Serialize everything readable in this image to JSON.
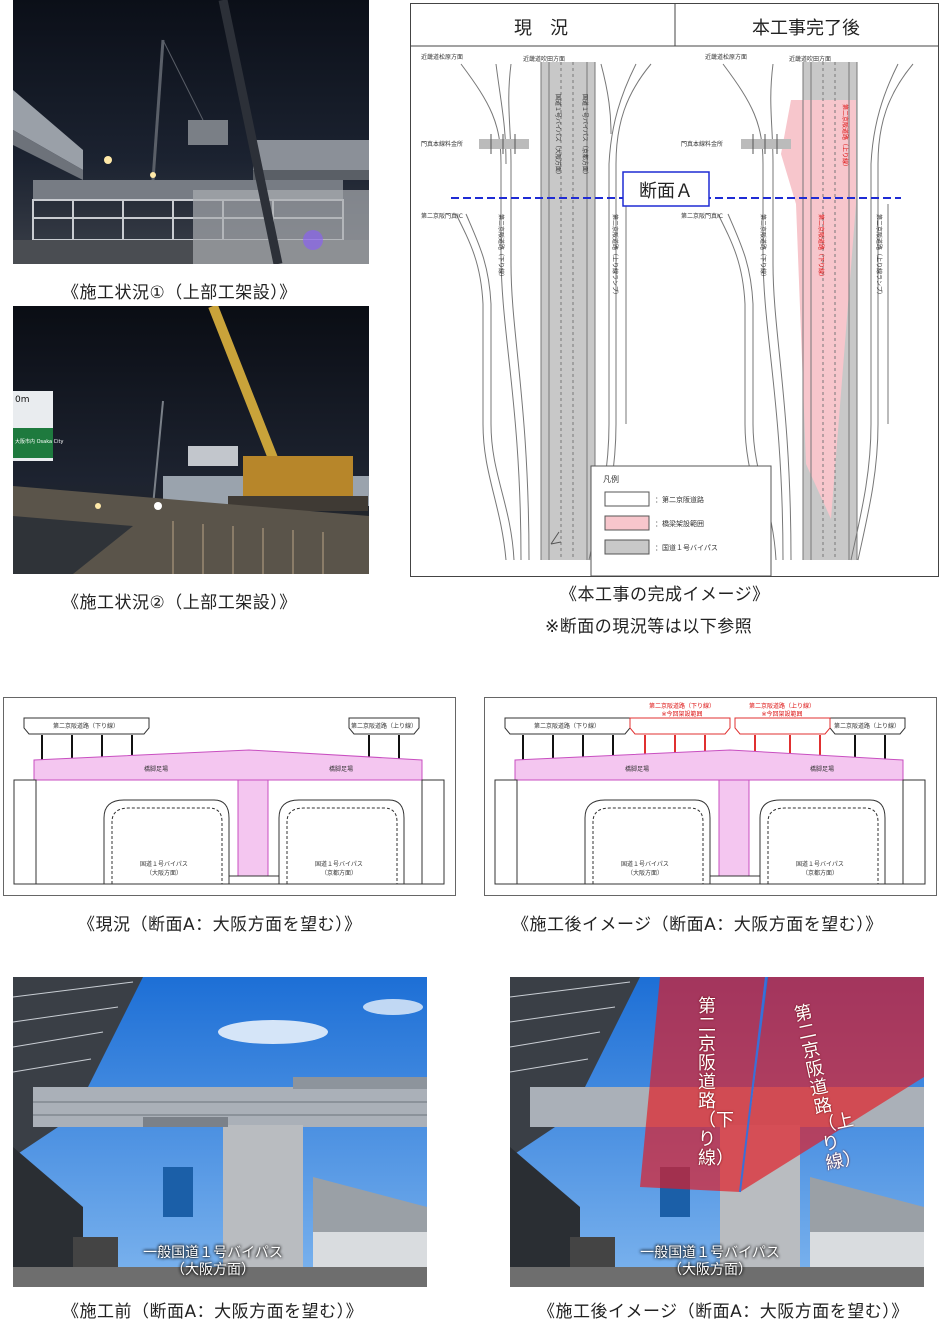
{
  "photos": {
    "p1_caption": "《施工状況①（上部工架設）》",
    "p2_caption": "《施工状況②（上部工架設）》",
    "before_caption": "《施工前（断面A：大阪方面を望む）》",
    "after_caption": "《施工後イメージ（断面A：大阪方面を望む）》",
    "p2_sign_top": "0m",
    "p2_sign_bottom": "大阪市内 Osaka City",
    "before_overlay_line1": "一般国道１号バイパス",
    "before_overlay_line2": "（大阪方面）",
    "after_overlay_line1": "一般国道１号バイパス",
    "after_overlay_line2": "（大阪方面）",
    "after_label_down": "第二京阪道路（下り線）",
    "after_label_up": "第二京阪道路（上り線）"
  },
  "map": {
    "header_left": "現　況",
    "header_right": "本工事完了後",
    "section_label": "断面Ａ",
    "left": {
      "to_matsubara": "近畿道松原方面",
      "to_suita": "近畿道吹田方面",
      "tollgate": "門真本線料金所",
      "ic": "第二京阪門真IC",
      "bypass": "国道１号バイパス（大阪方面）",
      "bypass2": "国道１号バイパス（京都方面）",
      "keihan_down": "第二京阪道路（下り線）",
      "keihan_up_ramp": "第二京阪道路（上り線ランプ）"
    },
    "right": {
      "to_matsubara": "近畿道松原方面",
      "to_suita": "近畿道吹田方面",
      "tollgate": "門真本線料金所",
      "ic": "第二京阪門真IC",
      "keihan_down": "第二京阪道路（下り線）",
      "keihan_up_red": "第二京阪道路（上り線）",
      "keihan_down_red": "第二京阪道路（下り線）",
      "keihan_up_ramp": "第二京阪道路（上り線ランプ）"
    },
    "legend": {
      "title": "凡例",
      "items": [
        {
          "label": "：第二京阪道路",
          "color": "#ffffff"
        },
        {
          "label": "：橋梁架設範囲",
          "color": "#f7c6cc"
        },
        {
          "label": "：国道１号バイパス",
          "color": "#c8c8c8"
        }
      ]
    },
    "caption": "《本工事の完成イメージ》",
    "note": "※断面の現況等は以下参照"
  },
  "sections": {
    "current": {
      "caption": "《現況（断面A：大阪方面を望む）》",
      "road_down": "第二京阪道路（下り線）",
      "road_up": "第二京阪道路（上り線）",
      "pier_left": "橋脚足場",
      "pier_right": "橋脚足場",
      "bypass_osaka": "国道１号バイパス",
      "bypass_osaka_dir": "（大阪方面）",
      "bypass_kyoto": "国道１号バイパス",
      "bypass_kyoto_dir": "（京都方面）"
    },
    "after": {
      "caption": "《施工後イメージ（断面A：大阪方面を望む）》",
      "road_down": "第二京阪道路（下り線）",
      "road_up": "第二京阪道路（上り線）",
      "new_down": "第二京阪道路（下り線）",
      "new_down_note": "※今回架設範囲",
      "new_up": "第二京阪道路（上り線）",
      "new_up_note": "※今回架設範囲",
      "pier_left": "橋脚足場",
      "pier_right": "橋脚足場",
      "bypass_osaka": "国道１号バイパス",
      "bypass_osaka_dir": "（大阪方面）",
      "bypass_kyoto": "国道１号バイパス",
      "bypass_kyoto_dir": "（京都方面）"
    }
  }
}
